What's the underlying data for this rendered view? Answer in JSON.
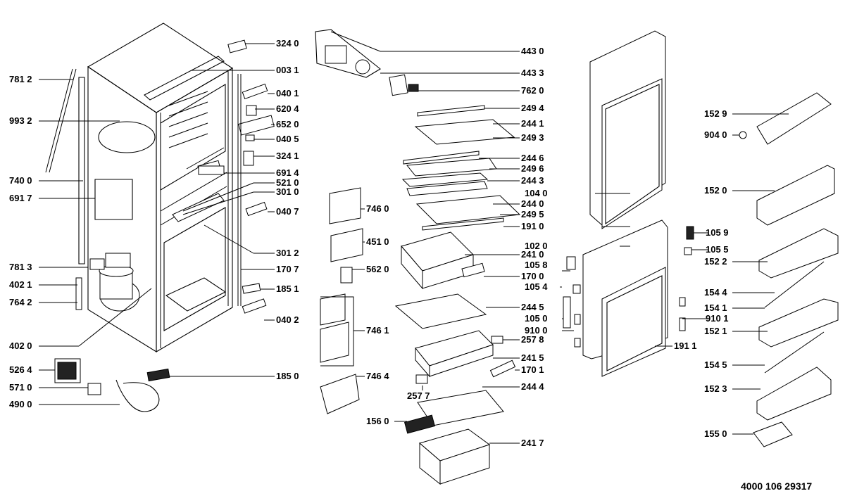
{
  "labels": {
    "l3240": "324 0",
    "l4430": "443 0",
    "l7812": "781 2",
    "l0031": "003 1",
    "l4433": "443 3",
    "l0401": "040 1",
    "l7620": "762 0",
    "l2494": "249 4",
    "l6204": "620 4",
    "l9932": "993 2",
    "l1529": "152 9",
    "l2441": "244 1",
    "l6520": "652 0",
    "l2493": "249 3",
    "l9040": "904 0",
    "l0405": "040 5",
    "l3241": "324 1",
    "l2446": "244 6",
    "l6914": "691 4",
    "l2496": "249 6",
    "l7400": "740 0",
    "l5210": "521 0",
    "l2443": "244 3",
    "l1520": "152 0",
    "l3010": "301 0",
    "l1040": "104 0",
    "l6917": "691 7",
    "l2440": "244 0",
    "l7460": "746 0",
    "l0407": "040 7",
    "l2495": "249 5",
    "l1910": "191 0",
    "l1059": "105 9",
    "l4510": "451 0",
    "l1020": "102 0",
    "l2410": "241 0",
    "l3012": "301 2",
    "l1055": "105 5",
    "l1058": "105 8",
    "l1522": "152 2",
    "l7813": "781 3",
    "l5620": "562 0",
    "l1700": "170 0",
    "l1707": "170 7",
    "l4021": "402 1",
    "l1054": "105 4",
    "l1851": "185 1",
    "l1544": "154 4",
    "l7642": "764 2",
    "l2445": "244 5",
    "l1541": "154 1",
    "l1050": "105 0",
    "l9101": "910 1",
    "l0402": "040 2",
    "l7461": "746 1",
    "l9100": "910 0",
    "l1521": "152 1",
    "l2578": "257 8",
    "l4020": "402 0",
    "l1911": "191 1",
    "l2415": "241 5",
    "l5264": "526 4",
    "l1701": "170 1",
    "l1545": "154 5",
    "l1850": "185 0",
    "l7464": "746 4",
    "l5710": "571 0",
    "l2444": "244 4",
    "l1523": "152 3",
    "l2577": "257 7",
    "l4900": "490 0",
    "l1560": "156 0",
    "l2417": "241 7",
    "l1550": "155 0"
  },
  "document_number": "4000 106 29317"
}
